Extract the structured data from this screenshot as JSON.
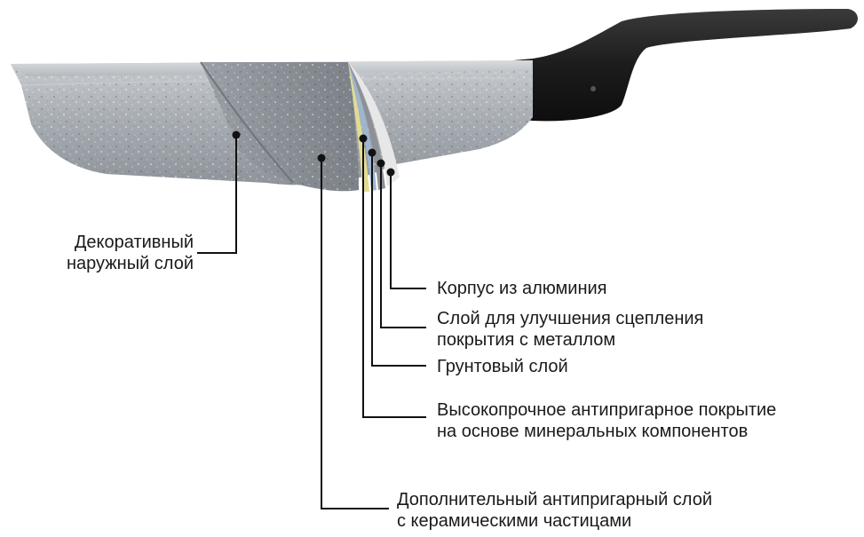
{
  "colors": {
    "pan_stone": "#aeb3b8",
    "pan_stone_dark": "#7f858b",
    "pan_stone_light": "#d5d8db",
    "handle": "#1e1e1e",
    "layer_yellow": "#e2dc93",
    "layer_blue": "#9fb6cf",
    "layer_grey": "#8d9095",
    "layer_light": "#e7e7e7",
    "leader_line": "#111111",
    "text": "#1a1a1a"
  },
  "labels": {
    "decorative_outer": [
      "Декоративный",
      "наружный слой"
    ],
    "aluminium_body": [
      "Корпус из алюминия"
    ],
    "adhesion_layer": [
      "Слой для улучшения сцепления",
      "покрытия с металлом"
    ],
    "primer_layer": [
      "Грунтовый слой"
    ],
    "nonstick_mineral": [
      "Высокопрочное антипригарное покрытие",
      "на основе минеральных компонентов"
    ],
    "nonstick_ceramic": [
      "Дополнительный антипригарный слой",
      "с керамическими частицами"
    ]
  }
}
